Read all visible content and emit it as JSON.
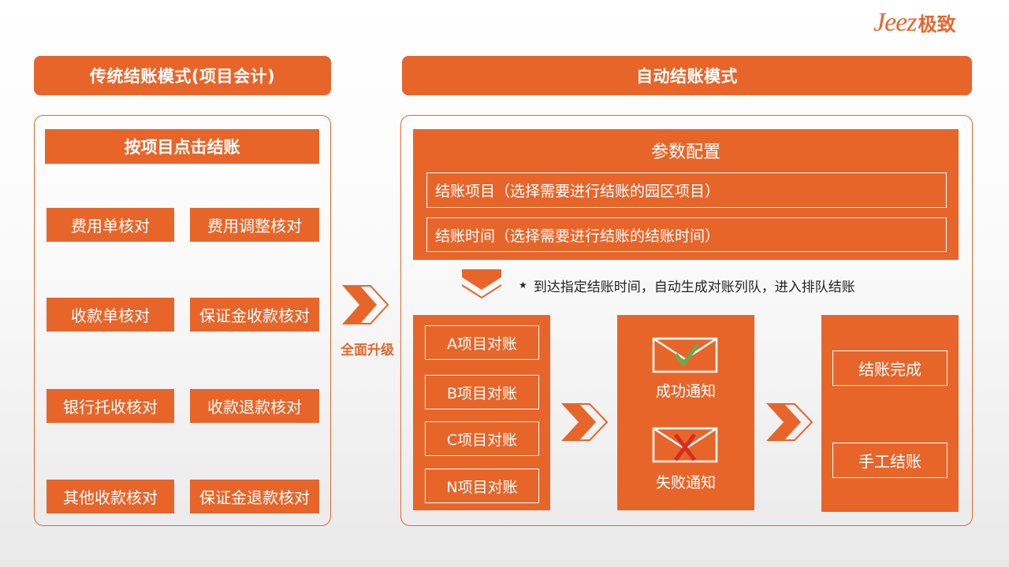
{
  "logo": {
    "latin": "Jeez",
    "chinese": "极致"
  },
  "left": {
    "header": "传统结账模式(项目会计)",
    "title": "按项目点击结账",
    "items": [
      "费用单核对",
      "费用调整核对",
      "收款单核对",
      "保证金收款核对",
      "银行托收核对",
      "收款退款核对",
      "其他收款核对",
      "保证金退款核对"
    ]
  },
  "middle": {
    "upgrade_label": "全面升级"
  },
  "right": {
    "header": "自动结账模式",
    "config": {
      "title": "参数配置",
      "row1": "结账项目（选择需要进行结账的园区项目）",
      "row2": "结账时间（选择需要进行结账的结账时间）"
    },
    "note": "到达指定结账时间，自动生成对账列队，进入排队结账",
    "projects": [
      "A项目对账",
      "B项目对账",
      "C项目对账",
      "N项目对账"
    ],
    "notify": {
      "success": "成功通知",
      "fail": "失败通知"
    },
    "results": [
      "结账完成",
      "手工结账"
    ]
  },
  "colors": {
    "accent": "#E8652A",
    "check": "#6AA84F",
    "cross": "#D92B1F"
  }
}
